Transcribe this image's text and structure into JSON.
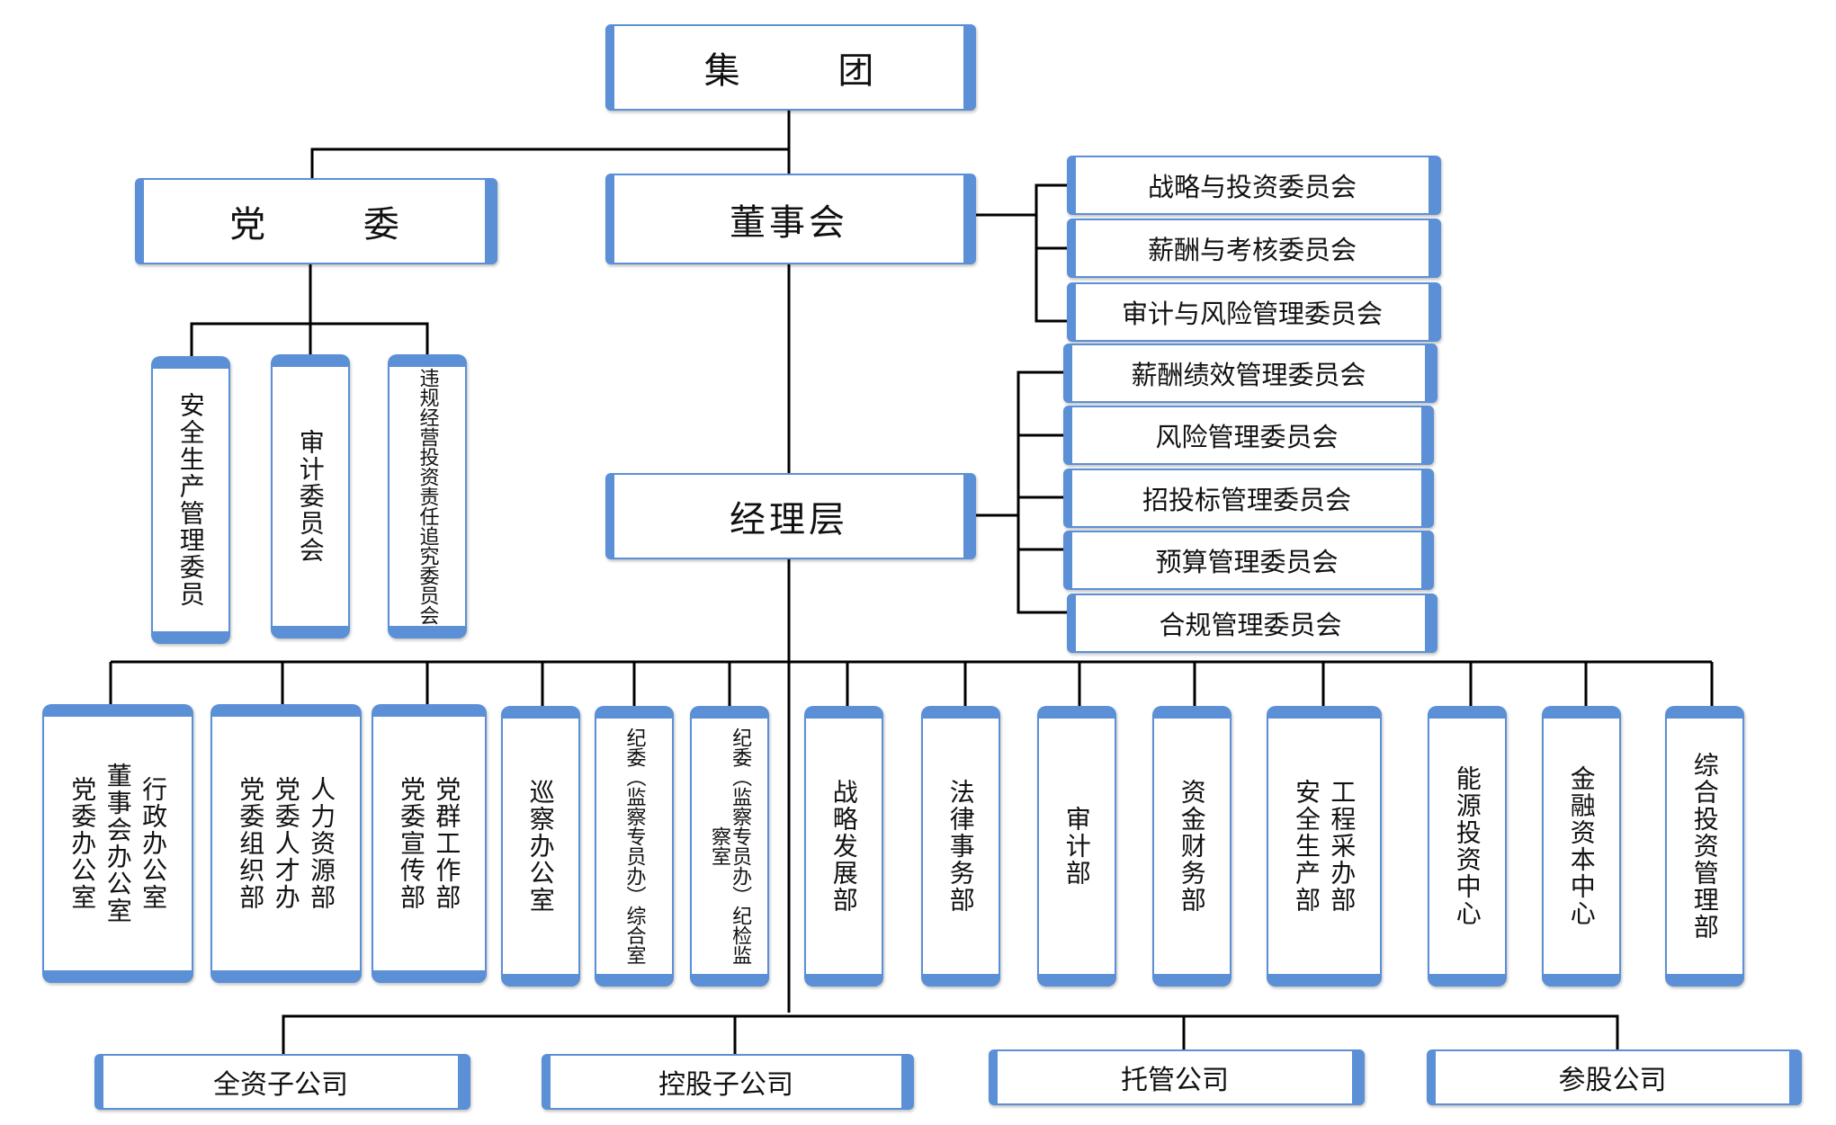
{
  "top": {
    "group": "集 团",
    "party": "党 委",
    "board": "董事会",
    "management": "经理层"
  },
  "party_committees": [
    "安全生产管理委员",
    "审计委员会",
    "违规经营投资责任追究委员会"
  ],
  "board_committees": [
    "战略与投资委员会",
    "薪酬与考核委员会",
    "审计与风险管理委员会"
  ],
  "management_committees": [
    "薪酬绩效管理委员会",
    "风险管理委员会",
    "招投标管理委员会",
    "预算管理委员会",
    "合规管理委员会"
  ],
  "departments": [
    [
      "行政办公室",
      "董事会办公室",
      "党委办公室"
    ],
    [
      "人力资源部",
      "党委人才办",
      "党委组织部"
    ],
    [
      "党群工作部",
      "党委宣传部"
    ],
    [
      "巡察办公室"
    ],
    [
      "纪委（监察专员办）综合室"
    ],
    [
      "纪委（监察专员办）纪检监察室"
    ],
    [
      "战略发展部"
    ],
    [
      "法律事务部"
    ],
    [
      "审计部"
    ],
    [
      "资金财务部"
    ],
    [
      "工程采办部",
      "安全生产部"
    ],
    [
      "能源投资中心"
    ],
    [
      "金融资本中心"
    ],
    [
      "综合投资管理部"
    ]
  ],
  "companies": [
    "全资子公司",
    "控股子公司",
    "托管公司",
    "参股公司"
  ],
  "colors": {
    "box_border": "#5b8fd6",
    "line": "#000000"
  }
}
